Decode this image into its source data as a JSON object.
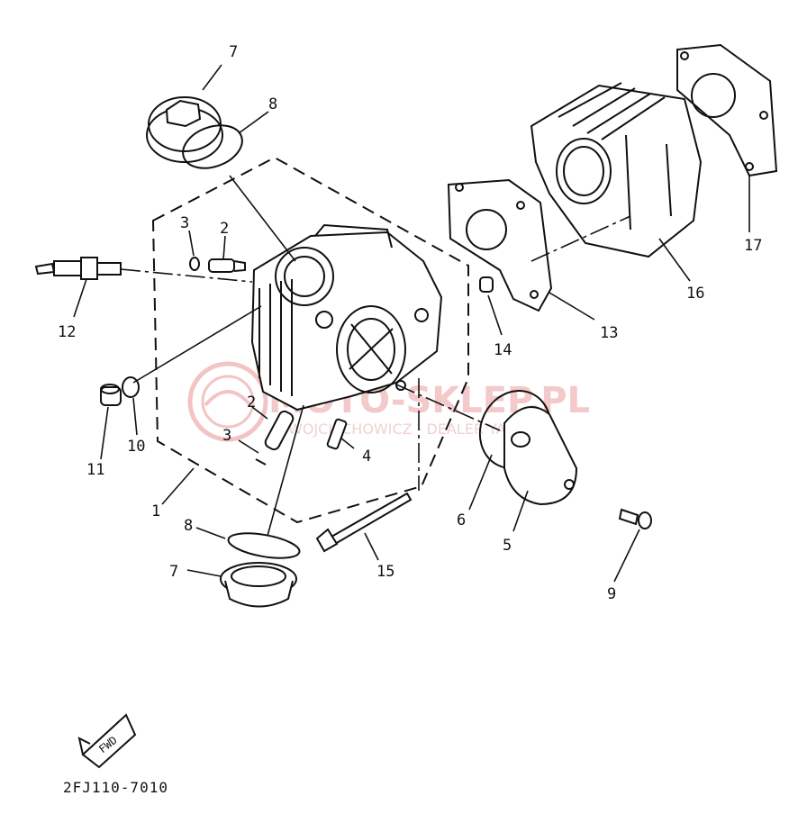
{
  "diagram": {
    "code": "2FJ110-7010",
    "fwd_label": "FWD",
    "watermark": {
      "main": "MOTO-SKLEP.PL",
      "sub": "WOJCIECHOWICZ - DEALER YAMAHA"
    },
    "callouts": [
      {
        "id": "c7a",
        "text": "7"
      },
      {
        "id": "c8a",
        "text": "8"
      },
      {
        "id": "c3a",
        "text": "3"
      },
      {
        "id": "c2a",
        "text": "2"
      },
      {
        "id": "c12",
        "text": "12"
      },
      {
        "id": "c11",
        "text": "11"
      },
      {
        "id": "c10",
        "text": "10"
      },
      {
        "id": "c2b",
        "text": "2"
      },
      {
        "id": "c3b",
        "text": "3"
      },
      {
        "id": "c4",
        "text": "4"
      },
      {
        "id": "c1",
        "text": "1"
      },
      {
        "id": "c8b",
        "text": "8"
      },
      {
        "id": "c7b",
        "text": "7"
      },
      {
        "id": "c15",
        "text": "15"
      },
      {
        "id": "c6",
        "text": "6"
      },
      {
        "id": "c5",
        "text": "5"
      },
      {
        "id": "c9",
        "text": "9"
      },
      {
        "id": "c14",
        "text": "14"
      },
      {
        "id": "c13",
        "text": "13"
      },
      {
        "id": "c16",
        "text": "16"
      },
      {
        "id": "c17",
        "text": "17"
      }
    ]
  }
}
